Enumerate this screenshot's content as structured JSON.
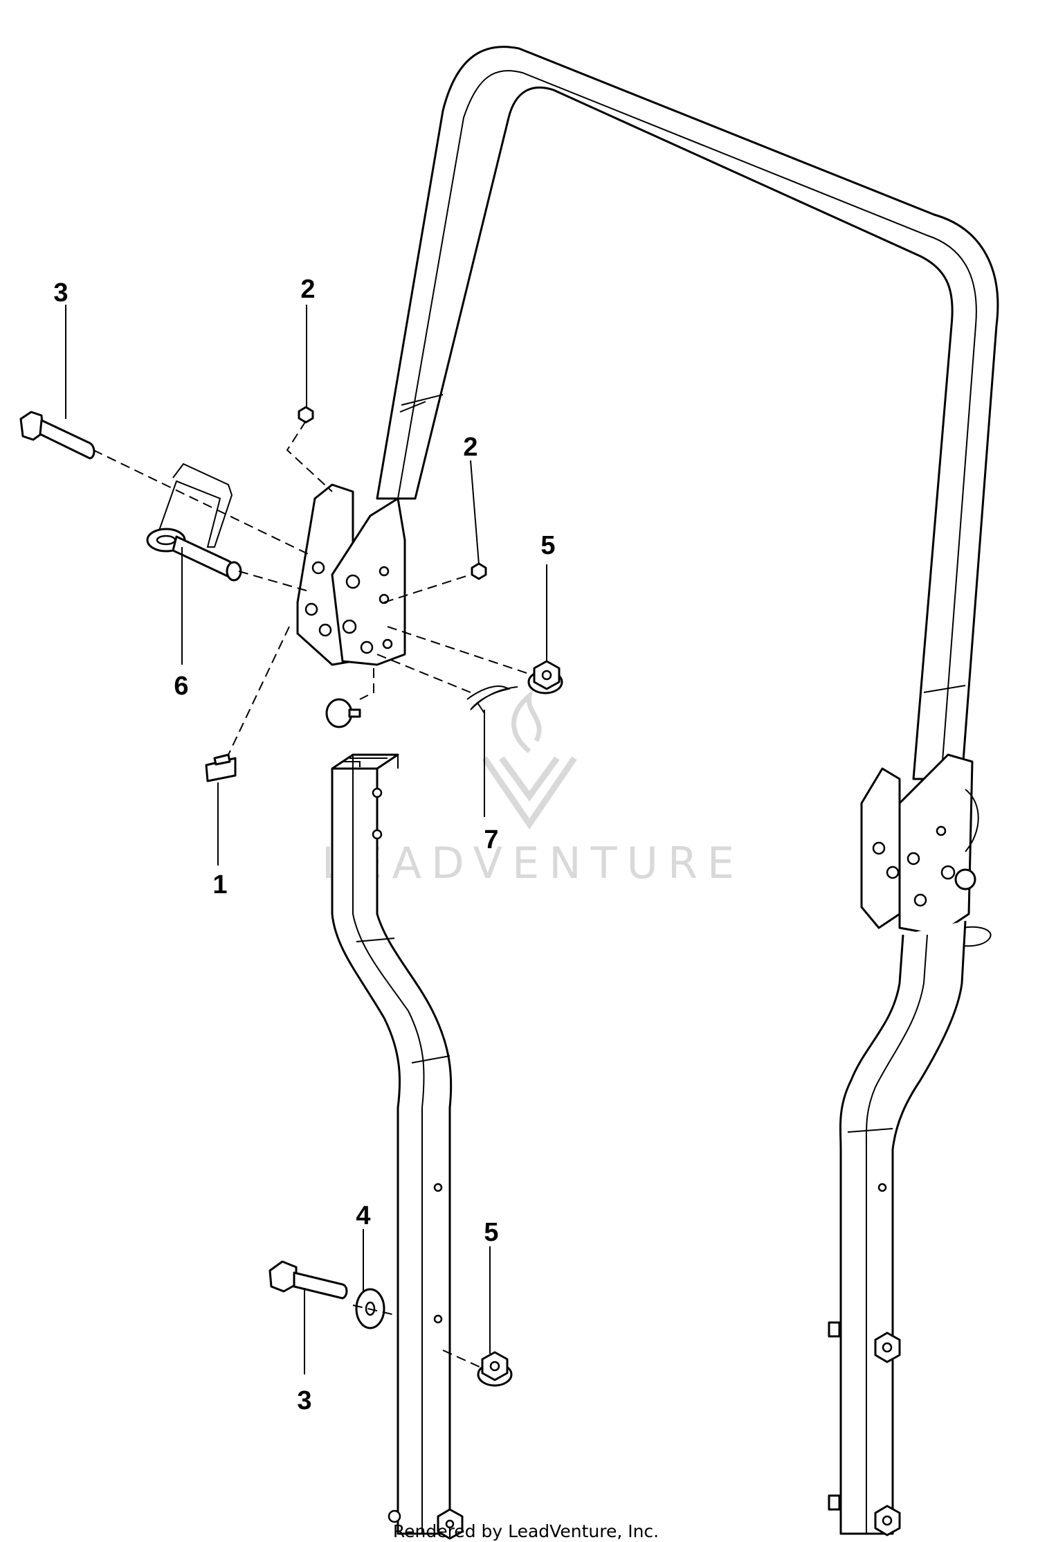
{
  "callouts": [
    {
      "id": "c3-top",
      "label": "3"
    },
    {
      "id": "c2-left",
      "label": "2"
    },
    {
      "id": "c2-right",
      "label": "2"
    },
    {
      "id": "c5-top",
      "label": "5"
    },
    {
      "id": "c6",
      "label": "6"
    },
    {
      "id": "c7",
      "label": "7"
    },
    {
      "id": "c1",
      "label": "1"
    },
    {
      "id": "c4",
      "label": "4"
    },
    {
      "id": "c5-bottom",
      "label": "5"
    },
    {
      "id": "c3-bottom",
      "label": "3"
    }
  ],
  "watermark": {
    "text": "LEADVENTURE"
  },
  "footer": {
    "text": "Rendered by LeadVenture, Inc."
  }
}
